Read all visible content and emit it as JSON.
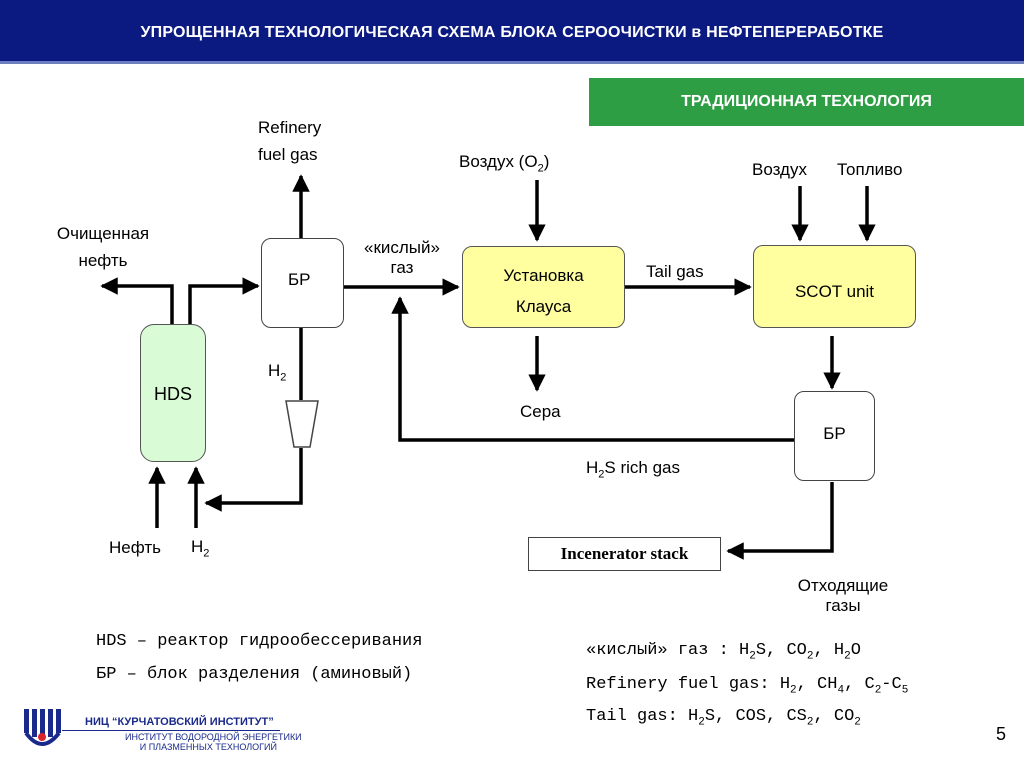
{
  "header": {
    "title": "УПРОЩЕННАЯ ТЕХНОЛОГИЧЕСКАЯ СХЕМА БЛОКА СЕРООЧИСТКИ в НЕФТЕПЕРЕРАБОТКЕ"
  },
  "badge": {
    "text": "ТРАДИЦИОННАЯ ТЕХНОЛОГИЯ"
  },
  "diagram": {
    "refinery_line1": "Refinery",
    "refinery_line2": "fuel gas",
    "cleaned_line1": "Очищенная",
    "cleaned_line2": "нефть",
    "br_top": "БР",
    "sour_line1": "«кислый»",
    "sour_line2": "газ",
    "air_o2_prefix": "Воздух (O",
    "air_o2_sub": "2",
    "air_o2_suffix": ")",
    "claus_line1": "Установка",
    "claus_line2": "Клауса",
    "tail_gas": "Tail gas",
    "scot": "SCOT unit",
    "air": "Воздух",
    "fuel": "Топливо",
    "hds": "HDS",
    "h2_mid": "H",
    "h2_mid_sub": "2",
    "sulfur": "Сера",
    "br_right": "БР",
    "h2s_rich_prefix": "H",
    "h2s_rich_sub": "2",
    "h2s_rich_suffix": "S rich gas",
    "oil": "Нефть",
    "h2_bottom": "H",
    "h2_bottom_sub": "2",
    "incinerator": "Incenerator stack",
    "offgas_line1": "Отходящие",
    "offgas_line2": "газы"
  },
  "legend": {
    "hds_def": "HDS – реактор гидрообессеривания",
    "br_def": "БР – блок разделения (аминовый)"
  },
  "notes": {
    "sour_gas_label": "«кислый» газ : ",
    "sour_gas_items": [
      "H",
      "2",
      "S, CO",
      "2",
      ", H",
      "2",
      "O"
    ],
    "rfg_label": "Refinery fuel gas: ",
    "rfg_items": [
      "H",
      "2",
      ", CH",
      "4",
      ", C",
      "2",
      "-C",
      "5"
    ],
    "tail_label": "Tail gas: ",
    "tail_items": [
      "H",
      "2",
      "S, COS, CS",
      "2",
      ", CO",
      "2"
    ]
  },
  "footer": {
    "org": "НИЦ “КУРЧАТОВСКИЙ ИНСТИТУТ”",
    "inst_line1": "ИНСТИТУТ ВОДОРОДНОЙ ЭНЕРГЕТИКИ",
    "inst_line2": "И ПЛАЗМЕННЫХ ТЕХНОЛОГИЙ",
    "page": "5"
  },
  "colors": {
    "header_bg": "#0b1a80",
    "badge_bg": "#2e9e45",
    "claus_fill": "#ffffa0",
    "hds_fill": "#d9fbd6"
  }
}
